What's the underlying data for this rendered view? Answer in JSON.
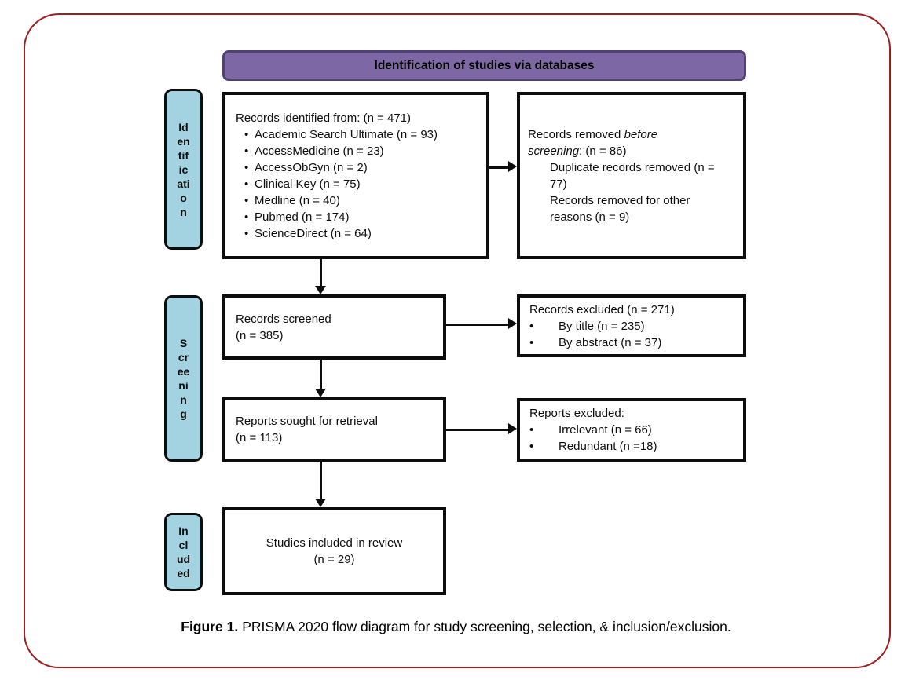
{
  "colors": {
    "frame_border": "#9B1F1F",
    "banner_fill": "#7D68A5",
    "banner_border": "#4E4273",
    "stage_fill": "#A3D3E0",
    "box_border": "#0d0d0d"
  },
  "banner": {
    "label": "Identification of studies via databases"
  },
  "stages": {
    "identification": {
      "lines": [
        "Id",
        "en",
        "tif",
        "ic",
        "ati",
        "o",
        "n"
      ]
    },
    "screening": {
      "lines": [
        "S",
        "cr",
        "ee",
        "ni",
        "n",
        "g"
      ]
    },
    "included": {
      "lines": [
        "In",
        "cl",
        "ud",
        "ed"
      ]
    }
  },
  "boxes": {
    "records_identified": {
      "title": "Records identified from: (n = 471)",
      "bullets": [
        "Academic Search Ultimate (n = 93)",
        "AccessMedicine (n = 23)",
        "AccessObGyn (n = 2)",
        "Clinical Key (n = 75)",
        "Medline (n = 40)",
        "Pubmed (n = 174)",
        "ScienceDirect (n = 64)"
      ]
    },
    "records_removed": {
      "prefix": "Records removed ",
      "italic": "before screening",
      "suffix": ": (n = 86)",
      "items": [
        "Duplicate records removed (n = 77)",
        "Records removed for other reasons (n = 9)"
      ]
    },
    "records_screened": {
      "lines": [
        "Records screened",
        "(n = 385)"
      ]
    },
    "records_excluded": {
      "title": "Records excluded (n = 271)",
      "bullets": [
        "By title (n = 235)",
        "By abstract (n = 37)"
      ]
    },
    "reports_sought": {
      "lines": [
        "Reports sought for retrieval",
        "(n = 113)"
      ]
    },
    "reports_excluded": {
      "title": "Reports excluded:",
      "bullets": [
        "Irrelevant (n = 66)",
        "Redundant (n =18)"
      ]
    },
    "studies_included": {
      "lines": [
        "Studies included in review",
        "(n = 29)"
      ]
    }
  },
  "caption": {
    "prefix": "Figure 1.",
    "text": "PRISMA 2020 flow diagram for study screening, selection, & inclusion/exclusion."
  }
}
